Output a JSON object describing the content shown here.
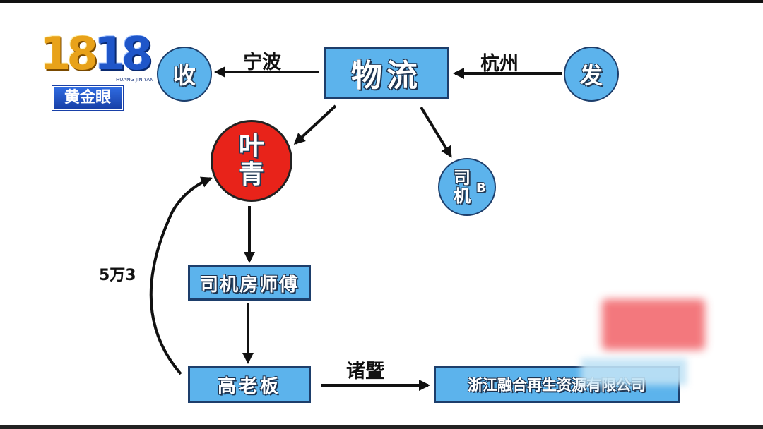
{
  "logo": {
    "number_left": "18",
    "number_right": "18",
    "subtitle": "HUANG JIN YAN",
    "badge": "黄金眼"
  },
  "nodes": {
    "shou": "收",
    "fa": "发",
    "wuliu": "物流",
    "yeqing_line1": "叶",
    "yeqing_line2": "青",
    "siji_b_line1": "司",
    "siji_b_line2": "机",
    "siji_b_suffix": "B",
    "siji_fang": "司机房师傅",
    "gao_laoban": "高老板",
    "company": "浙江融合再生资源有限公司"
  },
  "edge_labels": {
    "ningbo": "宁波",
    "hangzhou": "杭州",
    "zhuji": "诸暨",
    "amount": "5万3"
  }
}
